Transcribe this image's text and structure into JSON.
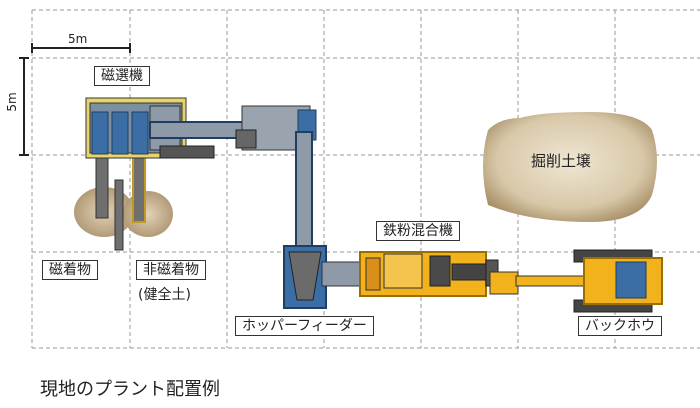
{
  "scale": {
    "horizontal": "5m",
    "vertical": "5m"
  },
  "labels": {
    "magnetic_separator": "磁選機",
    "magnetic_material": "磁着物",
    "non_magnetic_material": "非磁着物",
    "healthy_soil": "(健全土)",
    "iron_powder_mixer": "鉄粉混合機",
    "hopper_feeder": "ホッパーフィーダー",
    "backhoe": "バックホウ",
    "excavated_soil": "掘削土壌"
  },
  "title": "現地のプラント配置例",
  "colors": {
    "grid": "#9a9a9a",
    "machine_blue": "#3a6ea5",
    "machine_yellow": "#f2b21b",
    "machine_gray": "#6f6f6f",
    "dirt": "#b59f7e",
    "mound": "#c9b89a"
  }
}
